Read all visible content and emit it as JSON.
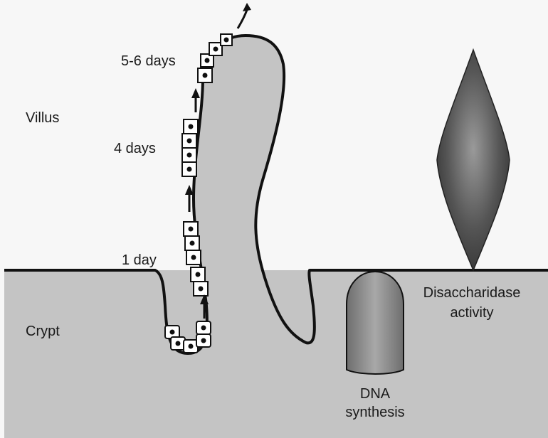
{
  "labels": {
    "villus": "Villus",
    "crypt": "Crypt",
    "day1": "1 day",
    "day4": "4 days",
    "day56": "5-6 days",
    "dna_line1": "DNA",
    "dna_line2": "synthesis",
    "disacch_line1": "Disaccharidase",
    "disacch_line2": "activity"
  },
  "colors": {
    "background": "#f7f7f7",
    "tissue": "#c4c4c4",
    "outline": "#111111",
    "cell_fill": "#ffffff",
    "dna_shape": "#8a8a8a",
    "disaccharidase_shape": "#4a4a4a"
  }
}
